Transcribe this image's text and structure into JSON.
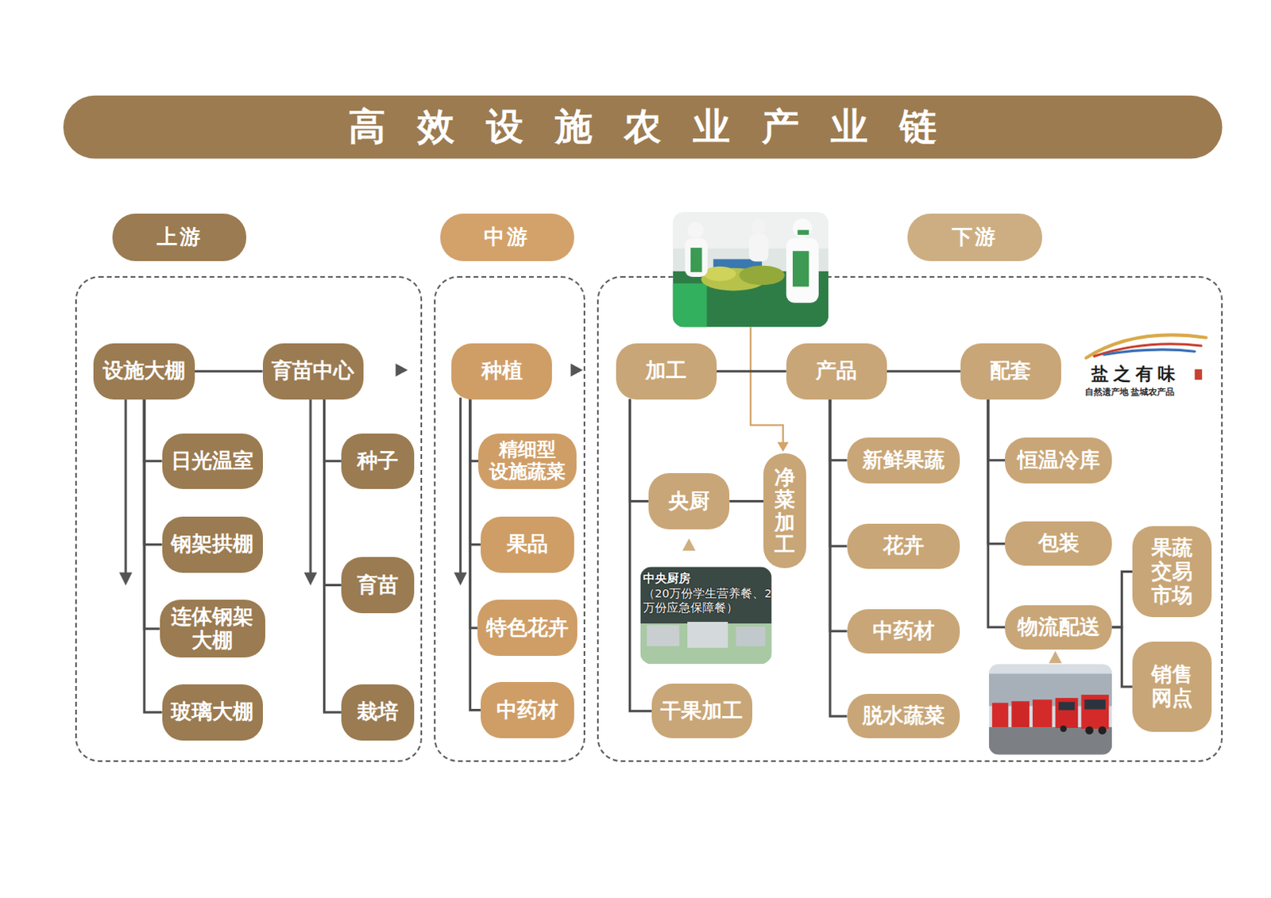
{
  "diagram": {
    "title": "高效设施农业产业链",
    "nodes": [
      {
        "text": [
          "上游"
        ]
      },
      {
        "text": [
          "设施大棚"
        ],
        "in": 0
      },
      {
        "text": [
          "育苗中心"
        ],
        "in": 0
      },
      {
        "text": [
          "日光温室"
        ],
        "in": 0
      },
      {
        "text": [
          "钢架拱棚"
        ],
        "in": 0
      },
      {
        "text": [
          "连体钢架 大棚"
        ],
        "in": 0
      },
      {
        "text": [
          "玻璃大棚"
        ],
        "in": 0
      },
      {
        "text": [
          "种子"
        ],
        "in": 0
      },
      {
        "text": [
          "育苗"
        ],
        "in": 0
      },
      {
        "text": [
          "栽培"
        ],
        "in": 0
      },
      {
        "text": [
          "中游"
        ]
      },
      {
        "text": [
          "种植"
        ],
        "in": 10
      },
      {
        "text": [
          "精细型 设施蔬菜"
        ],
        "in": 10
      },
      {
        "text": [
          "果品"
        ],
        "in": 10
      },
      {
        "text": [
          "特色花卉"
        ],
        "in": 10
      },
      {
        "text": [
          "中药材"
        ],
        "in": 10
      },
      {
        "text": [
          "下游"
        ]
      },
      {
        "text": [
          "加工"
        ],
        "in": 16
      },
      {
        "text": [
          "产品"
        ],
        "in": 16
      },
      {
        "text": [
          "配套"
        ],
        "in": 16
      },
      {
        "text": [
          "央厨"
        ],
        "in": 16
      },
      {
        "text": [
          "净菜加工"
        ],
        "in": 16
      },
      {
        "text": [
          "新鲜果蔬"
        ],
        "in": 16
      },
      {
        "text": [
          "恒温冷库"
        ],
        "in": 16
      },
      {
        "text": [
          "花卉"
        ],
        "in": 16
      },
      {
        "text": [
          "包装"
        ],
        "in": 16
      },
      {
        "text": [
          "果蔬 交易 市场"
        ],
        "in": 16
      },
      {
        "text": [
          "中药材"
        ],
        "in": 16
      },
      {
        "text": [
          "物流配送"
        ],
        "in": 16
      },
      {
        "text": [
          "销售 网点"
        ],
        "in": 16
      },
      {
        "text": [
          "干果加工"
        ],
        "in": 16
      },
      {
        "text": [
          "脱水蔬菜"
        ],
        "in": 16
      }
    ],
    "edges": [
      {
        "from": 1,
        "to": 2,
        "arrow": "none"
      },
      {
        "from": 1,
        "to": 3,
        "arrow": "none"
      },
      {
        "from": 1,
        "to": 4,
        "arrow": "none"
      },
      {
        "from": 1,
        "to": 5,
        "arrow": "none"
      },
      {
        "from": 1,
        "to": 6,
        "arrow": "none"
      },
      {
        "from": 2,
        "to": 7,
        "arrow": "none"
      },
      {
        "from": 2,
        "to": 8,
        "arrow": "none"
      },
      {
        "from": 2,
        "to": 9,
        "arrow": "none"
      },
      {
        "from": 11,
        "to": 12,
        "arrow": "none"
      },
      {
        "from": 11,
        "to": 13,
        "arrow": "none"
      },
      {
        "from": 11,
        "to": 14,
        "arrow": "none"
      },
      {
        "from": 11,
        "to": 15,
        "arrow": "none"
      },
      {
        "from": 17,
        "to": 18,
        "arrow": "none"
      },
      {
        "from": 18,
        "to": 19,
        "arrow": "none"
      },
      {
        "from": 17,
        "to": 20,
        "arrow": "none"
      },
      {
        "from": 17,
        "to": 30,
        "arrow": "none"
      },
      {
        "from": 20,
        "to": 21,
        "arrow": "none"
      },
      {
        "from": 18,
        "to": 22,
        "arrow": "none"
      },
      {
        "from": 18,
        "to": 24,
        "arrow": "none"
      },
      {
        "from": 18,
        "to": 27,
        "arrow": "none"
      },
      {
        "from": 18,
        "to": 31,
        "arrow": "none"
      },
      {
        "from": 19,
        "to": 23,
        "arrow": "none"
      },
      {
        "from": 19,
        "to": 25,
        "arrow": "none"
      },
      {
        "from": 19,
        "to": 28,
        "arrow": "none"
      },
      {
        "from": 28,
        "to": 26,
        "arrow": "none"
      },
      {
        "from": 28,
        "to": 29,
        "arrow": "none"
      }
    ],
    "labels": [
      "中央厨房",
      "（20万份学生营养餐、2万份应急保障餐）",
      "盐之有味",
      "自然遗产地 盐城农产品"
    ]
  }
}
